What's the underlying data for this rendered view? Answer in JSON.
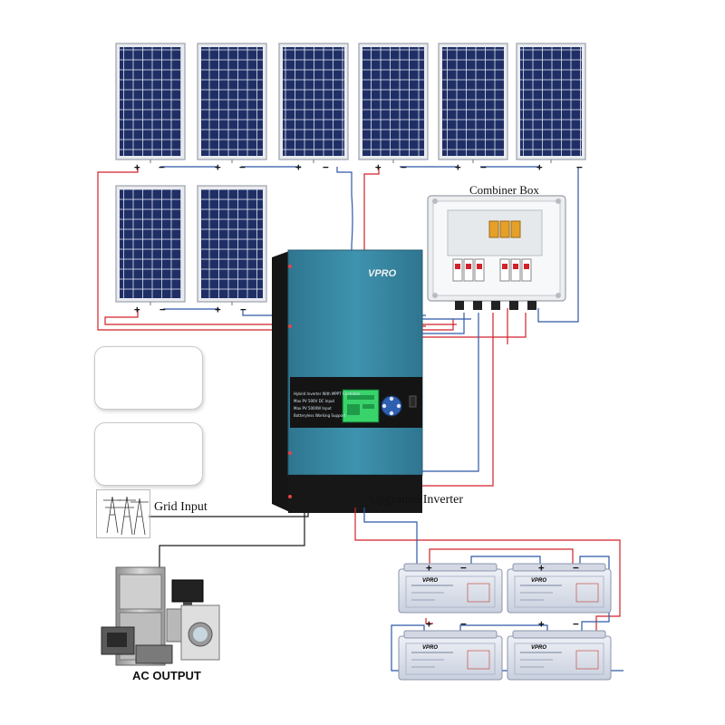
{
  "labels": {
    "combiner_box": "Combiner Box",
    "inverter": "Upgraded Inverter",
    "grid_input": "Grid Input",
    "ac_output": "AC OUTPUT"
  },
  "inverter": {
    "brand": "VPRO",
    "panel_text": [
      "Hybrid Inverter With MPPT Controller",
      "Max PV 500V DC Input",
      "Max PV 5000W Input",
      "Batteryless Working Support"
    ]
  },
  "battery": {
    "brand": "VPRO"
  },
  "terminals": {
    "positive": "+",
    "negative": "−"
  },
  "colors": {
    "positive_wire": "#d2222a",
    "negative_wire": "#2e58a8",
    "ac_wire": "#1a1a1a",
    "inverter_body": "#3c8ba5",
    "panel_cell": "#1f2f66",
    "battery_body": "#dfe3ee"
  }
}
